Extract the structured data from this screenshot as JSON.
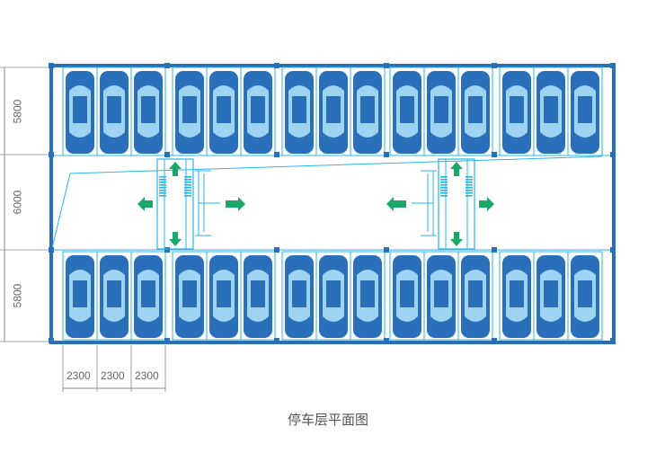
{
  "dimensions": {
    "vertical": [
      "5800",
      "6000",
      "5800"
    ],
    "horizontal": [
      "2300",
      "2300",
      "2300"
    ]
  },
  "caption": "停车层平面图",
  "colors": {
    "frame": "#2a6fba",
    "line": "#29b6e8",
    "car": "#2a6fba",
    "glass": "#9fd3f2",
    "arrow": "#1aa768"
  }
}
